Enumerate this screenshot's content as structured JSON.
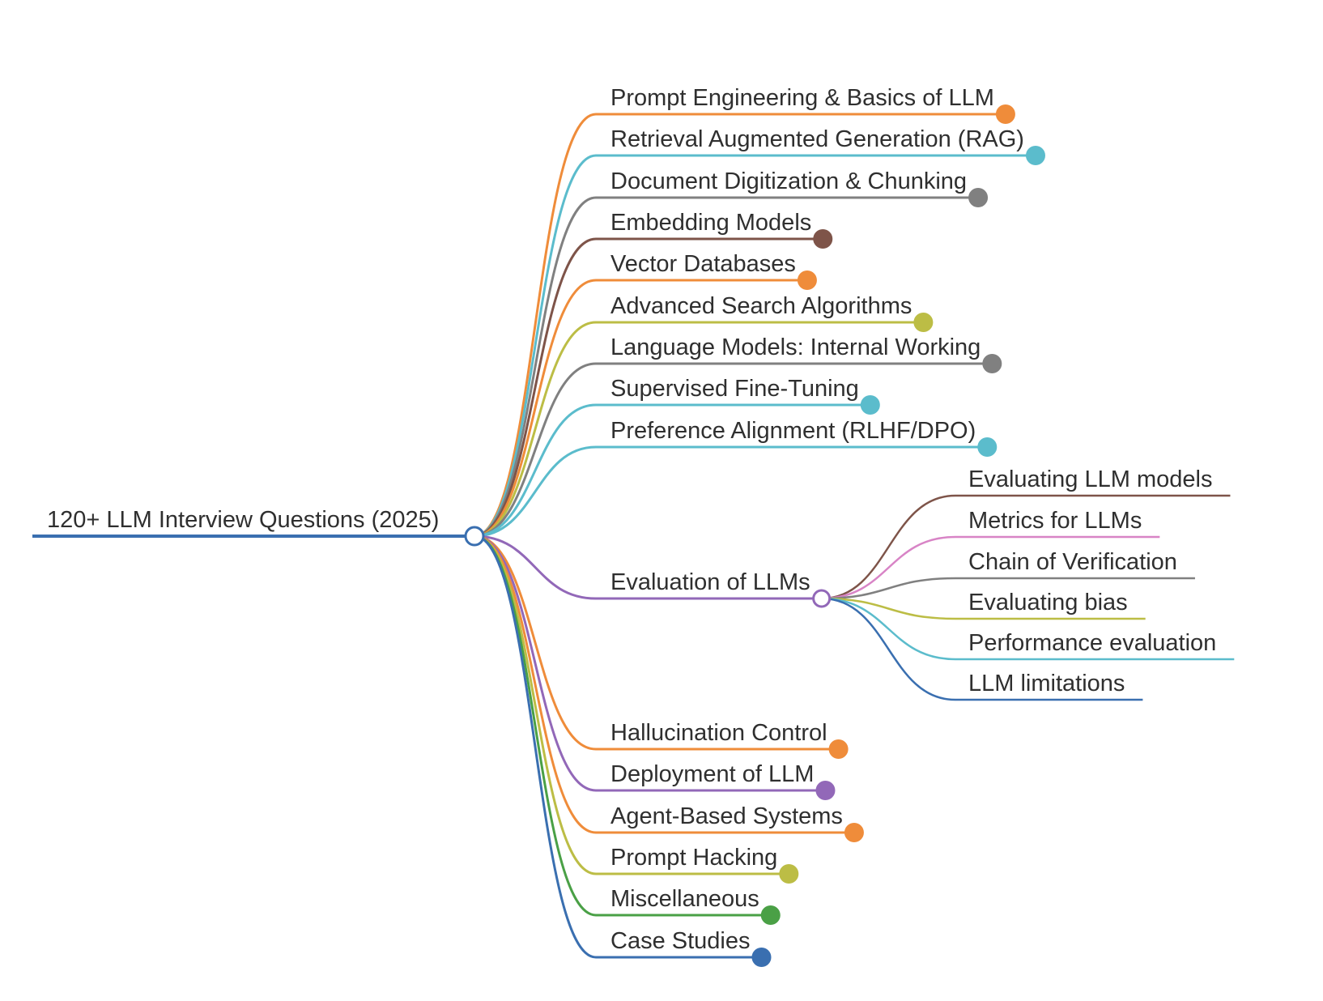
{
  "mindmap": {
    "root": {
      "label": "120+ LLM Interview Questions (2025)",
      "color": "#3a6fb0"
    },
    "topics": [
      {
        "label": "Prompt Engineering & Basics of LLM",
        "color": "#ef8c3a"
      },
      {
        "label": "Retrieval Augmented Generation (RAG)",
        "color": "#5bbccc"
      },
      {
        "label": "Document Digitization & Chunking",
        "color": "#808080"
      },
      {
        "label": "Embedding Models",
        "color": "#7e5449"
      },
      {
        "label": "Vector Databases",
        "color": "#ef8c3a"
      },
      {
        "label": "Advanced Search Algorithms",
        "color": "#bcbd45"
      },
      {
        "label": "Language Models: Internal Working",
        "color": "#808080"
      },
      {
        "label": "Supervised Fine-Tuning",
        "color": "#5bbccc"
      },
      {
        "label": "Preference Alignment (RLHF/DPO)",
        "color": "#5bbccc"
      },
      {
        "label": "Evaluation of LLMs",
        "color": "#9268b8",
        "children": [
          {
            "label": "Evaluating LLM models",
            "color": "#7e5449"
          },
          {
            "label": "Metrics for LLMs",
            "color": "#d884c6"
          },
          {
            "label": "Chain of Verification",
            "color": "#808080"
          },
          {
            "label": "Evaluating bias",
            "color": "#bcbd45"
          },
          {
            "label": "Performance evaluation",
            "color": "#5bbccc"
          },
          {
            "label": "LLM limitations",
            "color": "#3a6fb0"
          }
        ]
      },
      {
        "label": "Hallucination Control",
        "color": "#ef8c3a"
      },
      {
        "label": "Deployment of LLM",
        "color": "#9268b8"
      },
      {
        "label": "Agent-Based Systems",
        "color": "#ef8c3a"
      },
      {
        "label": "Prompt Hacking",
        "color": "#bcbd45"
      },
      {
        "label": "Miscellaneous",
        "color": "#4aa046"
      },
      {
        "label": "Case Studies",
        "color": "#3a6fb0"
      }
    ]
  }
}
